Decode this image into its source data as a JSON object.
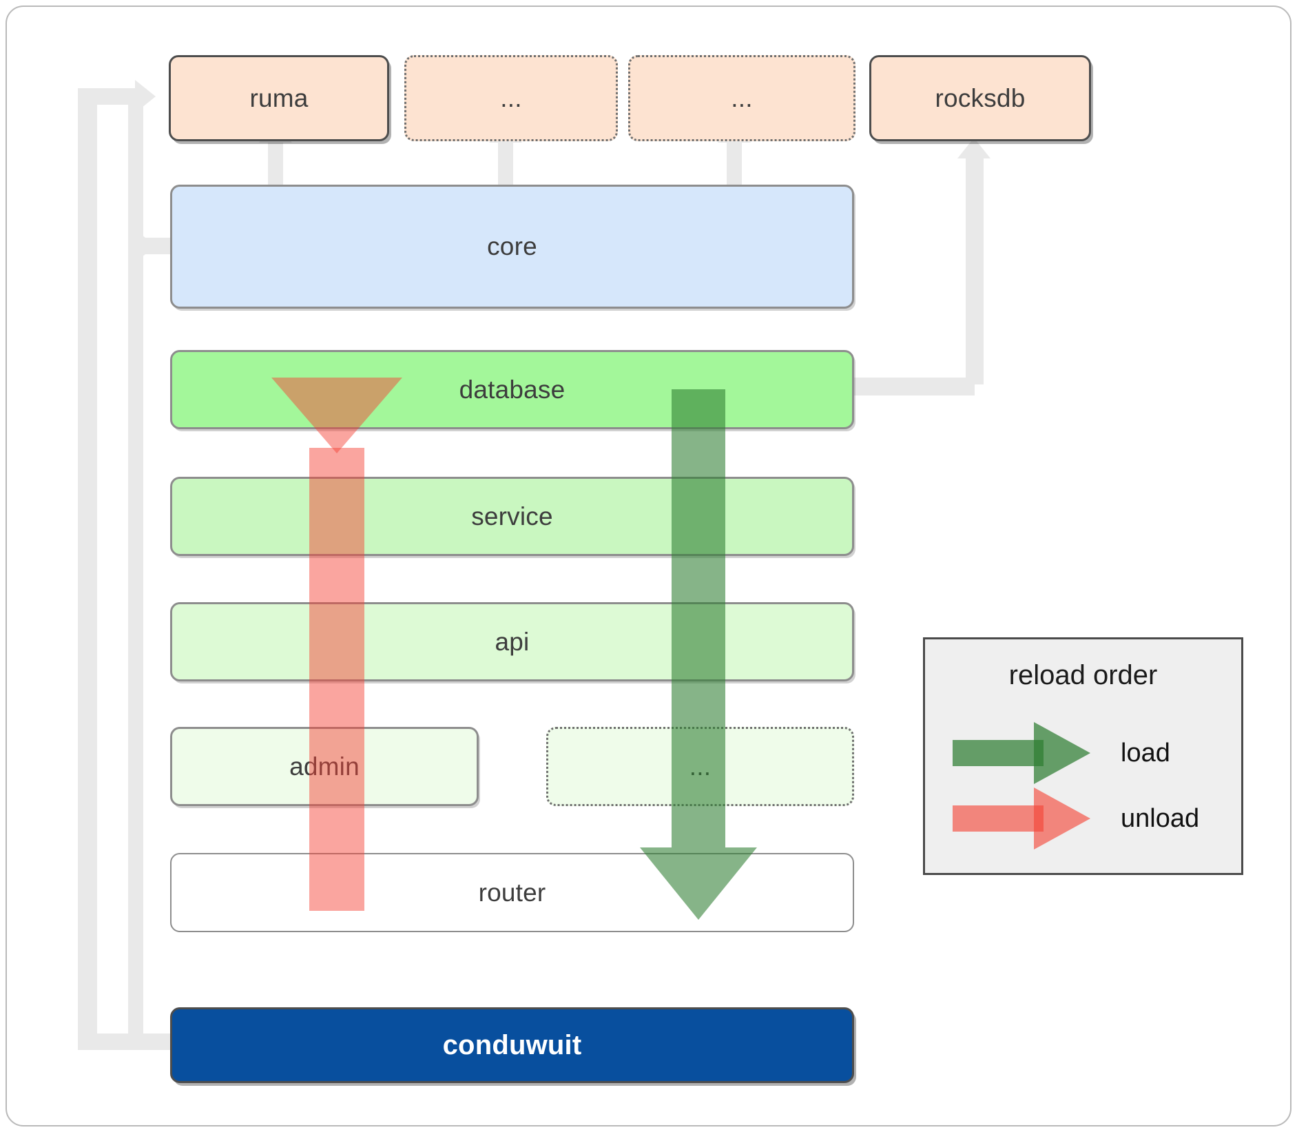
{
  "diagram": {
    "title": "conduwuit crate layering / reload order",
    "top_row": [
      {
        "id": "ruma",
        "label": "ruma",
        "style": "solid",
        "fill": "#fde3d1"
      },
      {
        "id": "dots1",
        "label": "...",
        "style": "dotted",
        "fill": "#fde3d1"
      },
      {
        "id": "dots2",
        "label": "...",
        "style": "dotted",
        "fill": "#fde3d1"
      },
      {
        "id": "rocksdb",
        "label": "rocksdb",
        "style": "solid",
        "fill": "#fde3d1"
      }
    ],
    "layers": [
      {
        "id": "core",
        "label": "core",
        "style": "grey",
        "fill": "#d6e7fb"
      },
      {
        "id": "database",
        "label": "database",
        "style": "grey",
        "fill": "#a3f79a"
      },
      {
        "id": "service",
        "label": "service",
        "style": "grey",
        "fill": "#c9f7c0"
      },
      {
        "id": "api",
        "label": "api",
        "style": "grey",
        "fill": "#ddfad5"
      },
      {
        "id": "admin",
        "label": "admin",
        "style": "grey",
        "fill": "#effcea"
      },
      {
        "id": "dots3",
        "label": "...",
        "style": "dotted",
        "fill": "#effcea"
      },
      {
        "id": "router",
        "label": "router",
        "style": "thin",
        "fill": "#ffffff"
      }
    ],
    "root": {
      "id": "conduwuit",
      "label": "conduwuit",
      "fill": "#084f9e",
      "text_color": "#ffffff"
    },
    "legend": {
      "title": "reload order",
      "items": [
        {
          "id": "load",
          "label": "load",
          "color": "#2e7d32"
        },
        {
          "id": "unload",
          "label": "unload",
          "color": "#f44336"
        }
      ]
    },
    "colors": {
      "connector": "#e9e9e9",
      "frame_border": "#b9b9b9",
      "legend_bg": "#efefef",
      "legend_border": "#4a4a4a",
      "load": "#2e7d32",
      "unload": "#f44336",
      "brand": "#084f9e"
    }
  }
}
